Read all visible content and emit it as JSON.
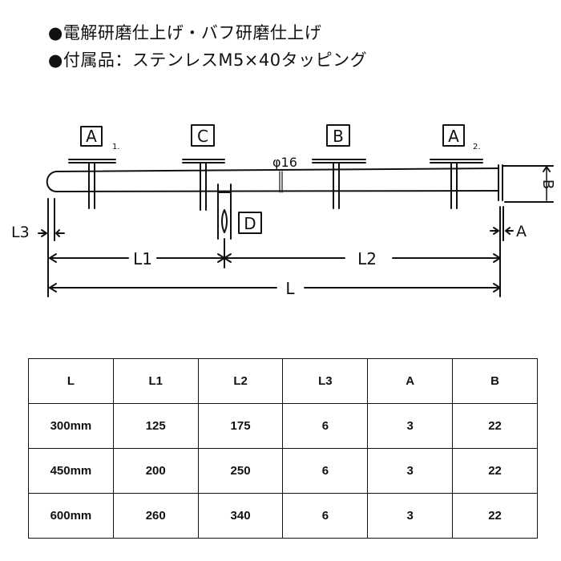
{
  "notes": [
    "●電解研磨仕上げ・バフ研磨仕上げ",
    "●付属品：ステンレスM5×40タッピング"
  ],
  "drawing": {
    "brackets": [
      "A",
      "C",
      "B",
      "A"
    ],
    "bracket_subscripts": [
      "1.",
      "2."
    ],
    "bottom_bracket": "D",
    "diameter_label": "φ16",
    "dimensions": {
      "L3": "L3",
      "A": "A",
      "B": "B",
      "L1": "L1",
      "L2": "L2",
      "L": "L"
    }
  },
  "table": {
    "headers": [
      "L",
      "L1",
      "L2",
      "L3",
      "A",
      "B"
    ],
    "rows": [
      [
        "300mm",
        "125",
        "175",
        "6",
        "3",
        "22"
      ],
      [
        "450mm",
        "200",
        "250",
        "6",
        "3",
        "22"
      ],
      [
        "600mm",
        "260",
        "340",
        "6",
        "3",
        "22"
      ]
    ]
  }
}
